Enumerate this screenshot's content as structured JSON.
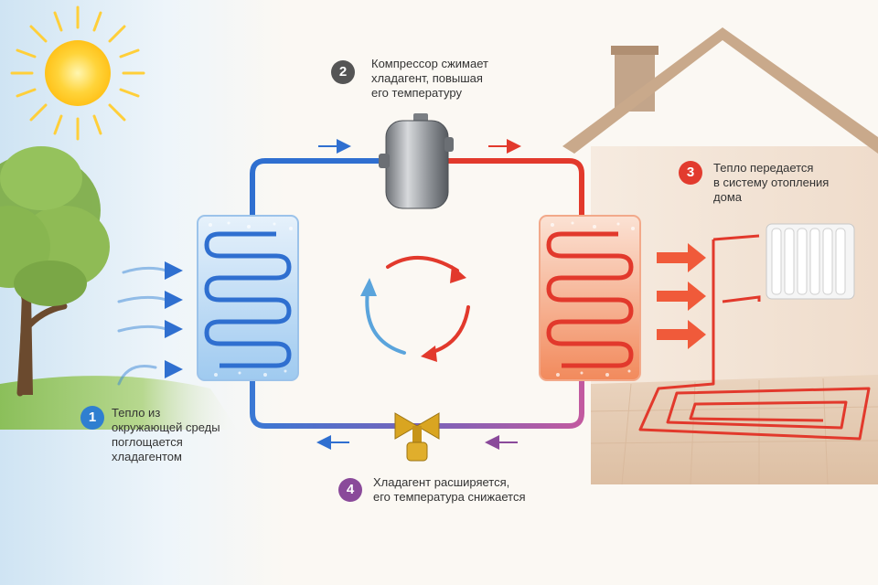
{
  "steps": [
    {
      "number": "1",
      "color": "#2f7fd0",
      "lines": [
        "Тепло из",
        "окружающей среды",
        "поглощается",
        "хладагентом"
      ]
    },
    {
      "number": "2",
      "color": "#555555",
      "lines": [
        "Компрессор сжимает",
        "хладагент, повышая",
        "его температуру"
      ]
    },
    {
      "number": "3",
      "color": "#e23b2e",
      "lines": [
        "Тепло передается",
        "в систему отопления",
        "дома"
      ]
    },
    {
      "number": "4",
      "color": "#8a4a9a",
      "lines": [
        "Хладагент расширяется,",
        "его температура снижается"
      ]
    }
  ],
  "colors": {
    "cold": "#2f6fd0",
    "hot": "#e2392c",
    "expansion": "#8a4a9a",
    "house_wall": "#f1e2d3",
    "roof": "#c9a98b"
  }
}
